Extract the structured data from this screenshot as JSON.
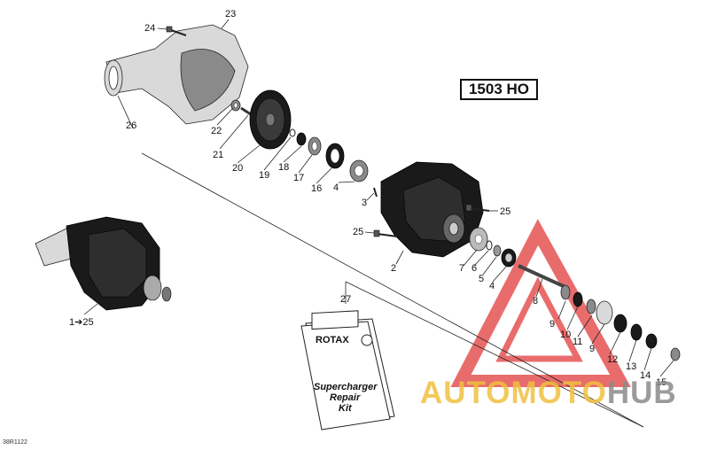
{
  "model_label": "1503 HO",
  "reference_code": "38R1122",
  "kit": {
    "brand": "ROTAX",
    "title_line1": "Supercharger",
    "title_line2": "Repair",
    "title_line3": "Kit"
  },
  "callouts": {
    "c1": "1➔25",
    "c2": "2",
    "c3": "3",
    "c4a": "4",
    "c4b": "4",
    "c5": "5",
    "c6": "6",
    "c7": "7",
    "c8": "8",
    "c9a": "9",
    "c9b": "9",
    "c10": "10",
    "c11": "11",
    "c12": "12",
    "c13": "13",
    "c14": "14",
    "c15": "15",
    "c16": "16",
    "c17": "17",
    "c18": "18",
    "c19": "19",
    "c20": "20",
    "c21": "21",
    "c22": "22",
    "c23": "23",
    "c24": "24",
    "c25a": "25",
    "c25b": "25",
    "c26": "26",
    "c27": "27"
  },
  "watermark": {
    "part1": "AUTOMOTO",
    "part2": "HUB",
    "color_red": "#e23b3b",
    "color_yellow": "#f0c040",
    "color_gray": "#8a8a8a"
  }
}
